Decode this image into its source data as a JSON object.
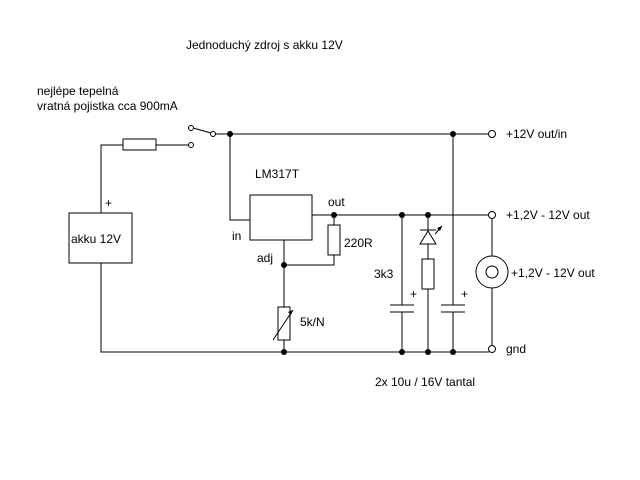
{
  "title": "Jednoduchý zdroj s akku 12V",
  "fuse_note_line1": "nejlépe tepelná",
  "fuse_note_line2": "vratná pojistka cca 900mA",
  "battery": {
    "label": "akku 12V",
    "plus": "+"
  },
  "regulator": {
    "name": "LM317T",
    "pin_in": "in",
    "pin_out": "out",
    "pin_adj": "adj"
  },
  "resistor_r1": "220R",
  "pot": "5k/N",
  "resistor_led": "3k3",
  "capacitor_plus": "+",
  "cap_note": "2x 10u / 16V tantal",
  "outputs": {
    "v12": "+12V out/in",
    "vadj_1": "+1,2V - 12V out",
    "vadj_2": "+1,2V - 12V out",
    "gnd": "gnd"
  }
}
